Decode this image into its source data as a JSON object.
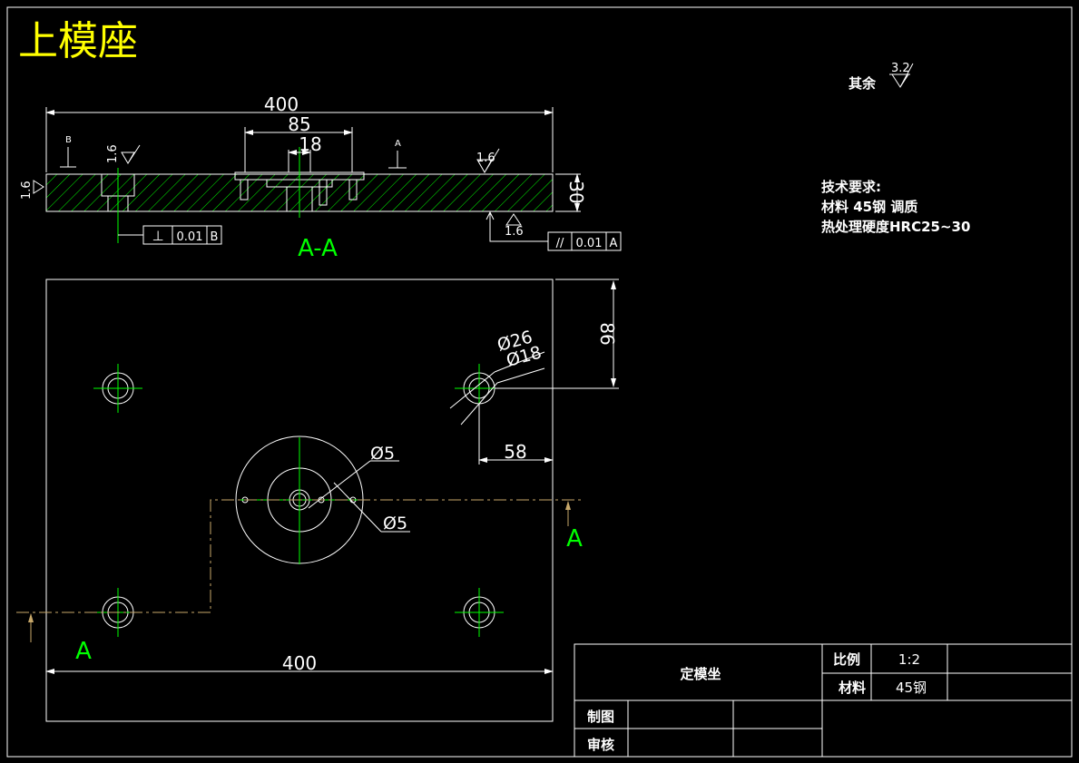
{
  "title": "上模座",
  "roughness_note": {
    "label": "其余",
    "value": "3.2"
  },
  "tech_requirements": {
    "heading": "技术要求:",
    "line1": "材料 45钢 调质",
    "line2": "热处理硬度HRC25~30"
  },
  "section": {
    "label": "A-A",
    "dims": {
      "overall": "400",
      "inner": "85",
      "hole": "18",
      "thickness": "30"
    },
    "datums": {
      "b": "B",
      "a": "A"
    },
    "roughness": {
      "left": "1.6",
      "top_left": "1.6",
      "top_right": "1.6",
      "bottom": "1.6"
    },
    "tolerance_perp": {
      "symbol": "⊥",
      "value": "0.01",
      "datum": "B"
    },
    "tolerance_par": {
      "symbol": "//",
      "value": "0.01",
      "datum": "A"
    }
  },
  "plan": {
    "dims": {
      "d26": "Ø26",
      "d18": "Ø18",
      "offset_v": "86",
      "offset_h": "58",
      "d5_top": "Ø5",
      "d5_bot": "Ø5",
      "width": "400"
    },
    "cut_labels": {
      "right": "A",
      "left": "A"
    }
  },
  "title_block": {
    "part_name": "定模坐",
    "scale_label": "比例",
    "scale_value": "1:2",
    "material_label": "材料",
    "material_value": "45钢",
    "drawn_label": "制图",
    "checked_label": "审核"
  }
}
